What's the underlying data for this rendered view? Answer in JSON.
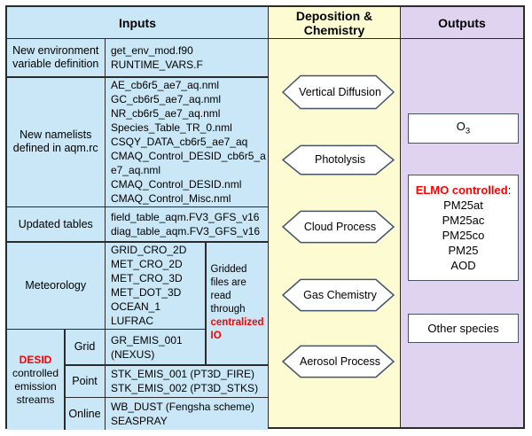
{
  "colors": {
    "inputs_bg": "#C9E7F6",
    "chemistry_bg": "#FCFBD2",
    "outputs_bg": "#DFD3EF",
    "shape_border": "#44546A",
    "table_border": "#2b2b2b",
    "highlight_red": "#FF0000"
  },
  "inputs": {
    "header": "Inputs",
    "env_row": {
      "label": "New environment\nvariable definition",
      "files": "get_env_mod.f90\nRUNTIME_VARS.F"
    },
    "namelists_row": {
      "label": "New namelists\ndefined in aqm.rc",
      "files": "AE_cb6r5_ae7_aq.nml\nGC_cb6r5_ae7_aq.nml\nNR_cb6r5_ae7_aq.nml\nSpecies_Table_TR_0.nml\nCSQY_DATA_cb6r5_ae7_aq\nCMAQ_Control_DESID_cb6r5_ae7_aq.nml\nCMAQ_Control_DESID.nml\nCMAQ_Control_Misc.nml"
    },
    "tables_row": {
      "label": "Updated tables",
      "files": "field_table_aqm.FV3_GFS_v16\ndiag_table_aqm.FV3_GFS_v16"
    },
    "met_row": {
      "label": "Meteorology",
      "files": "GRID_CRO_2D\nMET_CRO_2D\nMET_CRO_3D\nMET_DOT_3D\nOCEAN_1\nLUFRAC",
      "note_plain": "Gridded files are read through ",
      "note_red": "centralized IO"
    },
    "desid": {
      "label_red": "DESID",
      "label_rest": "controlled emission streams",
      "grid": {
        "label": "Grid",
        "files": "GR_EMIS_001\n(NEXUS)"
      },
      "point": {
        "label": "Point",
        "files": "STK_EMIS_001 (PT3D_FIRE)\nSTK_EMIS_002 (PT3D_STKS)"
      },
      "online": {
        "label": "Online",
        "files": "WB_DUST (Fengsha scheme)\nSEASPRAY"
      }
    }
  },
  "chemistry": {
    "header": "Deposition &\nChemistry",
    "processes": [
      "Vertical Diffusion",
      "Photolysis",
      "Cloud Process",
      "Gas Chemistry",
      "Aerosol Process"
    ]
  },
  "outputs": {
    "header": "Outputs",
    "o3": {
      "base": "O",
      "sub": "3"
    },
    "elmo": {
      "title_red": "ELMO controlled",
      "title_colon": ":",
      "species": "PM25at\nPM25ac\nPM25co\nPM25\nAOD"
    },
    "other_species": "Other species"
  }
}
